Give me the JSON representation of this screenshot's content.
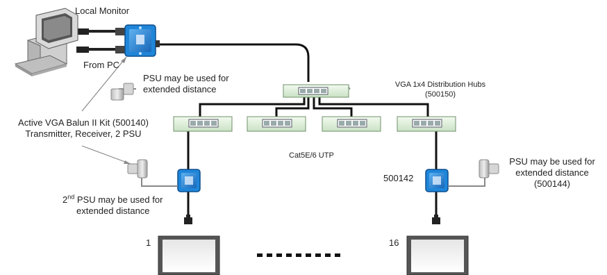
{
  "labels": {
    "local_monitor": "Local Monitor",
    "from_pc": "From PC",
    "psu_tx_line1": "PSU may be used for",
    "psu_tx_line2": "extended distance",
    "hubs_line1": "VGA 1x4 Distribution Hubs",
    "hubs_line2": "(500150)",
    "kit_line1": "Active VGA Balun II Kit (500140)",
    "kit_line2": "Transmitter, Receiver, 2 PSU",
    "cable": "Cat5E/6 UTP",
    "psu2_line1_prefix": "2",
    "psu2_line1_sup": "nd",
    "psu2_line1_rest": " PSU may be used for",
    "psu2_line2": "extended distance",
    "receiver_part": "500142",
    "psu_rx_line1": "PSU may be used for",
    "psu_rx_line2": "extended distance",
    "psu_rx_line3": "(500144)",
    "display_first": "1",
    "display_last": "16"
  },
  "colors": {
    "balun_blue": "#1f86d9",
    "hub_green": "#dff0dc",
    "cable": "#111111",
    "display_frame": "#555555"
  }
}
